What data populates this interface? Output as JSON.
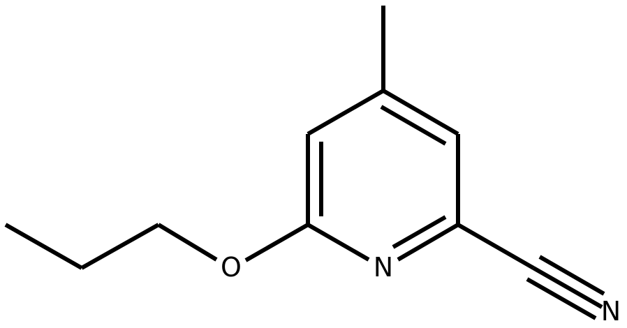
{
  "molecule": {
    "atoms": {
      "ring_n": "N",
      "ether_o": "O",
      "nitrile_n": "N"
    },
    "colors": {
      "bond": "#000000",
      "text": "#000000",
      "background": "#ffffff"
    }
  }
}
